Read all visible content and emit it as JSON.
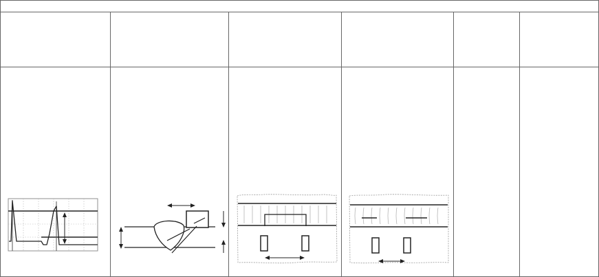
{
  "document": {
    "table": {
      "rows": 3,
      "columns": 6,
      "cells": []
    },
    "colors": {
      "ink": "#222222",
      "grid": "#666666",
      "guide": "#9a9a9a",
      "background": "#ffffff"
    },
    "illustrations": [
      "oscilloscope-signal-diagram",
      "weld-probe-cross-section",
      "weld-seam-plan-long-reflector",
      "weld-seam-plan-short-reflectors"
    ]
  }
}
